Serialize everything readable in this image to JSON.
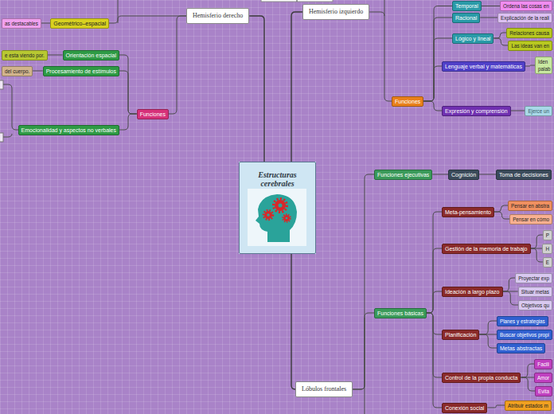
{
  "diagram": {
    "nodes": [
      {
        "text": [
          "Estructuras cerebrales"
        ]
      },
      {
        "text": [
          "Hemisferio derecho"
        ]
      },
      {
        "text": [
          "Hemisferio izquierdo"
        ]
      },
      {
        "text": [
          "Lóbulos frontales"
        ]
      },
      {
        "text": [
          "Geométrico–espacial"
        ]
      },
      {
        "text": [
          "as destacables"
        ]
      },
      {
        "text": [
          "Funciones"
        ]
      },
      {
        "text": [
          "Orientación espacial"
        ]
      },
      {
        "text": [
          "e esta viendo por."
        ]
      },
      {
        "text": [
          "Procesamiento de estímulos"
        ]
      },
      {
        "text": [
          "del cuerpo."
        ]
      },
      {
        "text": [
          "Emocionalidad y aspectos no verbales"
        ]
      },
      {
        "text": [
          "Funciones"
        ]
      },
      {
        "text": [
          "Temporal"
        ]
      },
      {
        "text": [
          "Ordena las cosas en"
        ]
      },
      {
        "text": [
          "Racional"
        ]
      },
      {
        "text": [
          "Explicación de la reali"
        ]
      },
      {
        "text": [
          "Lógico y lineal"
        ]
      },
      {
        "text": [
          "Relaciones causa"
        ]
      },
      {
        "text": [
          "Las ideas van en"
        ]
      },
      {
        "text": [
          "Lenguaje verbal y matemáticas"
        ]
      },
      {
        "text": [
          "Iden palab"
        ]
      },
      {
        "text": [
          "Expresión y comprensión"
        ]
      },
      {
        "text": [
          "Ejerce un"
        ]
      },
      {
        "text": [
          "Funciones ejecutivas"
        ]
      },
      {
        "text": [
          "Cognición"
        ]
      },
      {
        "text": [
          "Toma de decisiones"
        ]
      },
      {
        "text": [
          "Funciones básicas"
        ]
      },
      {
        "text": [
          "Meta-pensamiento"
        ]
      },
      {
        "text": [
          "Pensar en abstra"
        ]
      },
      {
        "text": [
          "Pensar en cómo"
        ]
      },
      {
        "text": [
          "Gestión de la memoria de trabajo"
        ]
      },
      {
        "text": [
          "P"
        ]
      },
      {
        "text": [
          "H"
        ]
      },
      {
        "text": [
          "E"
        ]
      },
      {
        "text": [
          "Ideación a largo plazo"
        ]
      },
      {
        "text": [
          "Proyectar exp"
        ]
      },
      {
        "text": [
          "Situar metas"
        ]
      },
      {
        "text": [
          "Objetivos qu"
        ]
      },
      {
        "text": [
          "Planificación"
        ]
      },
      {
        "text": [
          "Planes y estrategias"
        ]
      },
      {
        "text": [
          "Buscar objetivos propi"
        ]
      },
      {
        "text": [
          "Metas abstractas"
        ]
      },
      {
        "text": [
          "Control de la propia conducta"
        ]
      },
      {
        "text": [
          "Facili"
        ]
      },
      {
        "text": [
          "Amor"
        ]
      },
      {
        "text": [
          "Evita"
        ]
      },
      {
        "text": [
          "Conexión social"
        ]
      },
      {
        "text": [
          "Atribuir estados m"
        ]
      }
    ],
    "edges": [
      {
        "from": 0,
        "to": 1,
        "arrow": "none"
      },
      {
        "from": 0,
        "to": 2,
        "arrow": "none"
      },
      {
        "from": 0,
        "to": 3,
        "arrow": "none"
      },
      {
        "from": 1,
        "to": 4,
        "arrow": "none"
      },
      {
        "from": 4,
        "to": 5,
        "arrow": "none"
      },
      {
        "from": 1,
        "to": 6,
        "arrow": "none"
      },
      {
        "from": 6,
        "to": 7,
        "arrow": "none"
      },
      {
        "from": 7,
        "to": 8,
        "arrow": "none"
      },
      {
        "from": 6,
        "to": 9,
        "arrow": "none"
      },
      {
        "from": 9,
        "to": 10,
        "arrow": "none"
      },
      {
        "from": 6,
        "to": 11,
        "arrow": "none"
      },
      {
        "from": 2,
        "to": 12,
        "arrow": "none"
      },
      {
        "from": 12,
        "to": 13,
        "arrow": "none"
      },
      {
        "from": 13,
        "to": 14,
        "arrow": "none"
      },
      {
        "from": 12,
        "to": 15,
        "arrow": "none"
      },
      {
        "from": 15,
        "to": 16,
        "arrow": "none"
      },
      {
        "from": 12,
        "to": 17,
        "arrow": "none"
      },
      {
        "from": 17,
        "to": 18,
        "arrow": "none"
      },
      {
        "from": 17,
        "to": 19,
        "arrow": "none"
      },
      {
        "from": 12,
        "to": 20,
        "arrow": "none"
      },
      {
        "from": 20,
        "to": 21,
        "arrow": "none"
      },
      {
        "from": 12,
        "to": 22,
        "arrow": "none"
      },
      {
        "from": 22,
        "to": 23,
        "arrow": "none"
      },
      {
        "from": 3,
        "to": 24,
        "arrow": "none"
      },
      {
        "from": 24,
        "to": 25,
        "arrow": "none"
      },
      {
        "from": 25,
        "to": 26,
        "arrow": "none"
      },
      {
        "from": 3,
        "to": 27,
        "arrow": "none"
      },
      {
        "from": 27,
        "to": 28,
        "arrow": "none"
      },
      {
        "from": 28,
        "to": 29,
        "arrow": "none"
      },
      {
        "from": 28,
        "to": 30,
        "arrow": "none"
      },
      {
        "from": 27,
        "to": 31,
        "arrow": "none"
      },
      {
        "from": 31,
        "to": 32,
        "arrow": "none"
      },
      {
        "from": 31,
        "to": 33,
        "arrow": "none"
      },
      {
        "from": 31,
        "to": 34,
        "arrow": "none"
      },
      {
        "from": 27,
        "to": 35,
        "arrow": "none"
      },
      {
        "from": 35,
        "to": 36,
        "arrow": "none"
      },
      {
        "from": 35,
        "to": 37,
        "arrow": "none"
      },
      {
        "from": 35,
        "to": 38,
        "arrow": "none"
      },
      {
        "from": 27,
        "to": 39,
        "arrow": "none"
      },
      {
        "from": 39,
        "to": 40,
        "arrow": "none"
      },
      {
        "from": 39,
        "to": 41,
        "arrow": "none"
      },
      {
        "from": 39,
        "to": 42,
        "arrow": "none"
      },
      {
        "from": 27,
        "to": 43,
        "arrow": "none"
      },
      {
        "from": 43,
        "to": 44,
        "arrow": "none"
      },
      {
        "from": 43,
        "to": 45,
        "arrow": "none"
      },
      {
        "from": 43,
        "to": 46,
        "arrow": "none"
      },
      {
        "from": 27,
        "to": 47,
        "arrow": "none"
      },
      {
        "from": 47,
        "to": 48,
        "arrow": "none"
      }
    ]
  }
}
